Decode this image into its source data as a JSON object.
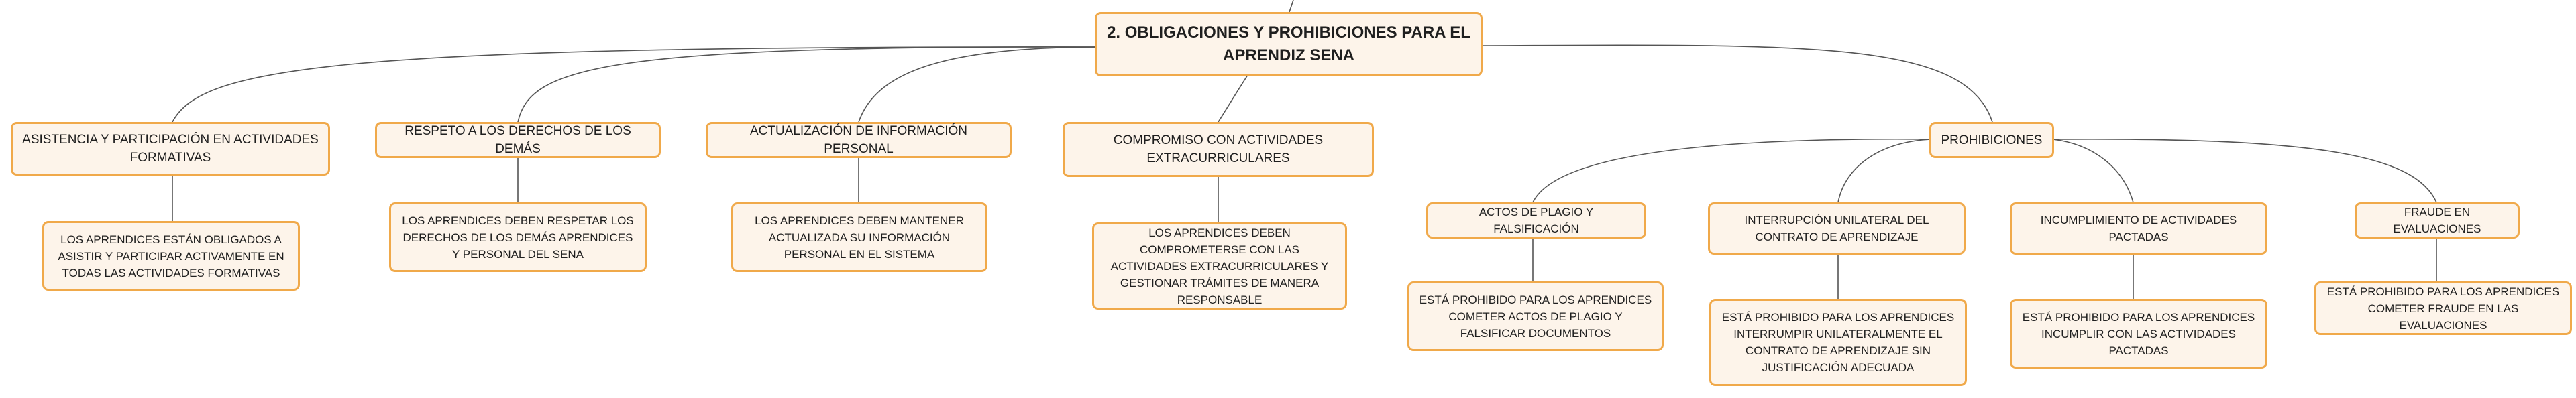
{
  "diagram": {
    "colors": {
      "border": "#f0a94a",
      "fill": "#fdf4ea",
      "edge": "#555555",
      "text": "#1f1f1f"
    },
    "root": {
      "label": "2. OBLIGACIONES Y PROHIBICIONES PARA EL APRENDIZ SENA"
    },
    "branches": [
      {
        "label": "ASISTENCIA Y PARTICIPACIÓN EN ACTIVIDADES FORMATIVAS",
        "detail": "LOS APRENDICES ESTÁN OBLIGADOS A ASISTIR Y PARTICIPAR ACTIVAMENTE EN TODAS LAS ACTIVIDADES FORMATIVAS"
      },
      {
        "label": "RESPETO A LOS DERECHOS DE LOS DEMÁS",
        "detail": "LOS APRENDICES DEBEN RESPETAR LOS DERECHOS DE LOS DEMÁS APRENDICES Y PERSONAL DEL SENA"
      },
      {
        "label": "ACTUALIZACIÓN DE INFORMACIÓN PERSONAL",
        "detail": "LOS APRENDICES DEBEN MANTENER ACTUALIZADA SU INFORMACIÓN PERSONAL EN EL SISTEMA"
      },
      {
        "label": "COMPROMISO CON ACTIVIDADES EXTRACURRICULARES",
        "detail": "LOS APRENDICES DEBEN COMPROMETERSE CON LAS ACTIVIDADES EXTRACURRICULARES Y GESTIONAR TRÁMITES DE MANERA RESPONSABLE"
      }
    ],
    "prohibiciones": {
      "label": "PROHIBICIONES",
      "items": [
        {
          "label": "ACTOS DE PLAGIO Y FALSIFICACIÓN",
          "detail": "ESTÁ PROHIBIDO PARA LOS APRENDICES COMETER ACTOS DE PLAGIO Y FALSIFICAR DOCUMENTOS"
        },
        {
          "label": "INTERRUPCIÓN UNILATERAL DEL CONTRATO DE APRENDIZAJE",
          "detail": "ESTÁ PROHIBIDO PARA LOS APRENDICES INTERRUMPIR UNILATERALMENTE EL CONTRATO DE APRENDIZAJE SIN JUSTIFICACIÓN ADECUADA"
        },
        {
          "label": "INCUMPLIMIENTO DE ACTIVIDADES PACTADAS",
          "detail": "ESTÁ PROHIBIDO PARA LOS APRENDICES INCUMPLIR CON LAS ACTIVIDADES PACTADAS"
        },
        {
          "label": "FRAUDE EN EVALUACIONES",
          "detail": "ESTÁ PROHIBIDO PARA LOS APRENDICES COMETER FRAUDE EN LAS EVALUACIONES"
        }
      ]
    }
  }
}
